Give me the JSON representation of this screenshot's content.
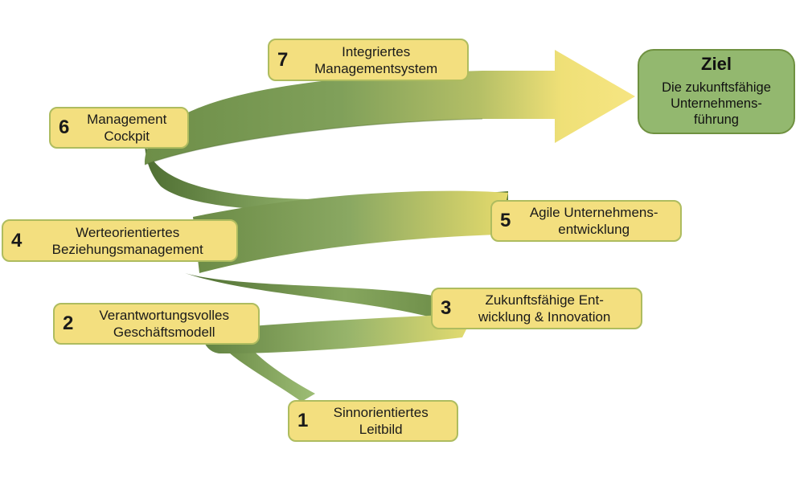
{
  "goal": {
    "title": "Ziel",
    "subtitle": "Die zukunftsfähige\nUnternehmens-\nführung"
  },
  "steps": [
    {
      "number": "1",
      "label": "Sinnorientiertes\nLeitbild"
    },
    {
      "number": "2",
      "label": "Verantwortungsvolles\nGeschäftsmodell"
    },
    {
      "number": "3",
      "label": "Zukunftsfähige Ent-\nwicklung & Innovation"
    },
    {
      "number": "4",
      "label": "Werteorientiertes\nBeziehungsmanagement"
    },
    {
      "number": "5",
      "label": "Agile Unternehmens-\nentwicklung"
    },
    {
      "number": "6",
      "label": "Management\nCockpit"
    },
    {
      "number": "7",
      "label": "Integriertes\nManagementsystem"
    }
  ],
  "colors": {
    "ribbon_dark": "#5e7e3c",
    "ribbon_mid": "#8fb069",
    "ribbon_light": "#e9de6e",
    "box_fill": "#f3df7f",
    "goal_fill": "#93b86f"
  }
}
